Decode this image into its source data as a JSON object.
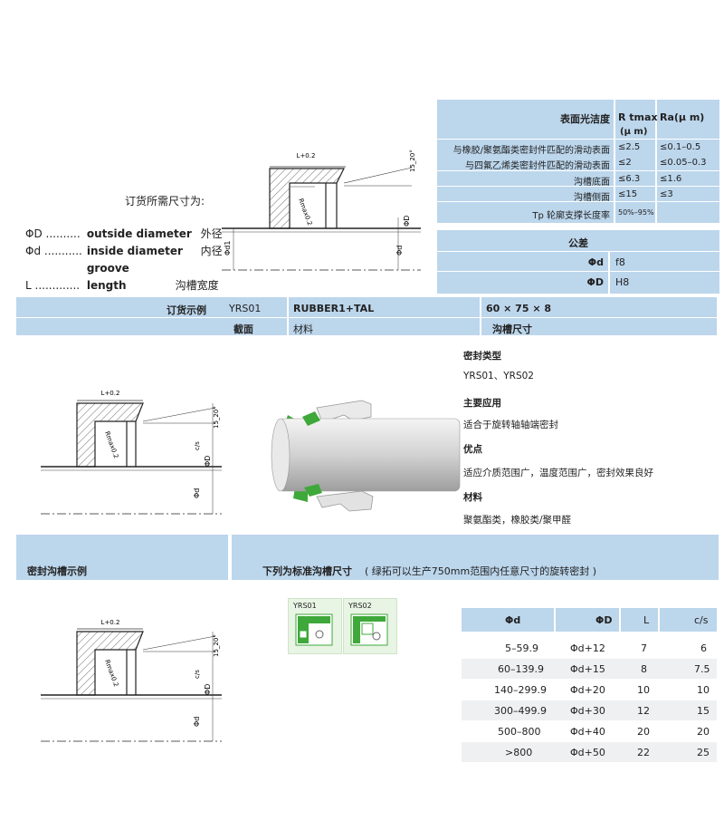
{
  "order": {
    "title": "订货所需尺寸为:",
    "rows": [
      {
        "sym": "ΦD ..........",
        "en": "outside diameter",
        "cn": "外径"
      },
      {
        "sym": "Φd ...........",
        "en": "inside diameter",
        "cn": "内径"
      },
      {
        "sym": "L .............",
        "en": "groove length",
        "cn": "沟槽宽度"
      }
    ]
  },
  "surface": {
    "header": [
      "表面光洁度",
      "R tmax",
      "Ra(μ m)",
      "(μ m)"
    ],
    "rows": [
      {
        "label": "与橡胶/聚氨酯类密封件匹配的滑动表面",
        "rt": "≤2.5",
        "ra": "≤0.1–0.5"
      },
      {
        "label": "与四氟乙烯类密封件匹配的滑动表面",
        "rt": "≤2",
        "ra": "≤0.05–0.3"
      },
      {
        "label": "沟槽底面",
        "rt": "≤6.3",
        "ra": "≤1.6"
      },
      {
        "label": "沟槽侧面",
        "rt": "≤15",
        "ra": "≤3"
      },
      {
        "label": "Tp 轮廓支撑长度率",
        "rt": "50%–95%",
        "ra": ""
      }
    ]
  },
  "tolerance": {
    "title": "公差",
    "rows": [
      {
        "sym": "Φd",
        "val": "f8"
      },
      {
        "sym": "ΦD",
        "val": "H8"
      }
    ]
  },
  "example": {
    "label": "订货示例",
    "code": "YRS01",
    "material": "RUBBER1+TAL",
    "size": "60 × 75 × 8",
    "sub_section": "截面",
    "sub_material": "材料",
    "sub_size": "沟槽尺寸"
  },
  "info": {
    "type_title": "密封类型",
    "type_value": "YRS01、YRS02",
    "app_title": "主要应用",
    "app_value": "适合于旋转轴轴端密封",
    "adv_title": "优点",
    "adv_value": "适应介质范围广，温度范围广，密封效果良好",
    "mat_title": "材料",
    "mat_value": "聚氨酯类，橡胶类/聚甲醛"
  },
  "groove": {
    "left_title": "密封沟槽示例",
    "right_title": "下列为标准沟槽尺寸",
    "right_note": "( 绿拓可以生产750mm范围内任意尺寸的旋转密封 )"
  },
  "types": [
    "YRS01",
    "YRS02"
  ],
  "drawing_labels": {
    "L": "L+0.2",
    "angle": "15_20°",
    "r": "Rmax0.2",
    "cs": "c/s",
    "D": "ΦD",
    "d": "Φd",
    "d1": "Φd1"
  },
  "dims_table": {
    "headers": [
      "Φd",
      "ΦD",
      "L",
      "c/s"
    ],
    "rows": [
      [
        "5–59.9",
        "Φd+12",
        "7",
        "6"
      ],
      [
        "60–139.9",
        "Φd+15",
        "8",
        "7.5"
      ],
      [
        "140–299.9",
        "Φd+20",
        "10",
        "10"
      ],
      [
        "300–499.9",
        "Φd+30",
        "12",
        "15"
      ],
      [
        "500–800",
        "Φd+40",
        "20",
        "20"
      ],
      [
        ">800",
        "Φd+50",
        "22",
        "25"
      ]
    ]
  },
  "colors": {
    "bar": "#bcd6ec",
    "seal_green": "#3fa83a",
    "row_alt": "#eef0f2"
  }
}
